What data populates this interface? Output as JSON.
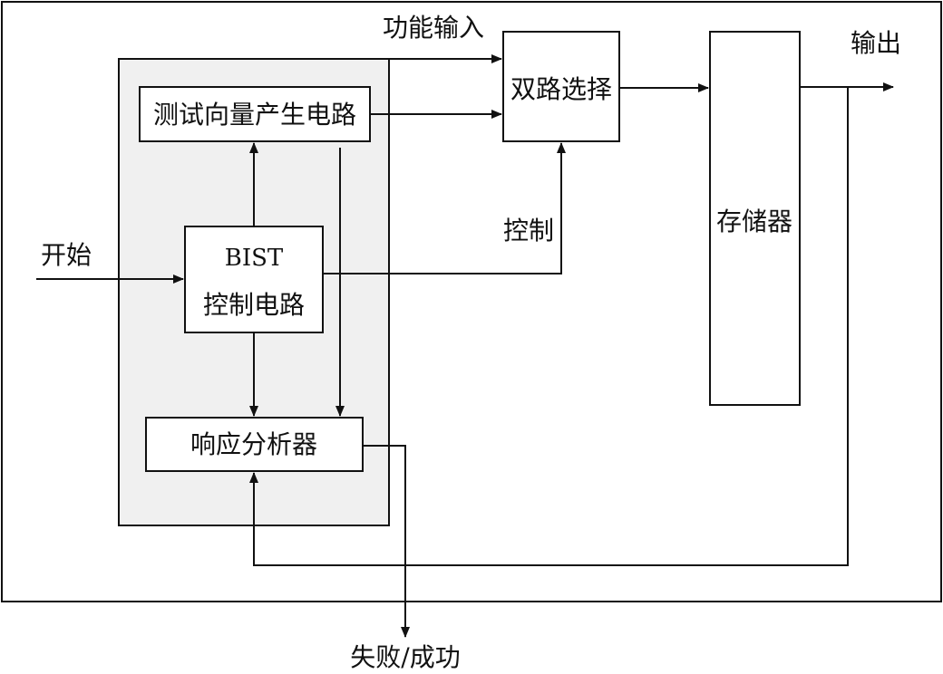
{
  "labels": {
    "functional_input": "功能输入",
    "output": "输出",
    "start": "开始",
    "control": "控制",
    "fail_success": "失败/成功"
  },
  "blocks": {
    "test_vector_generator": "测试向量产生电路",
    "bist_line1": "BIST",
    "bist_line2": "控制电路",
    "response_analyzer": "响应分析器",
    "mux": "双路选择",
    "memory": "存储器"
  },
  "colors": {
    "line": "#111111",
    "bist_region_fill": "#f0f0f0",
    "background": "#ffffff"
  }
}
